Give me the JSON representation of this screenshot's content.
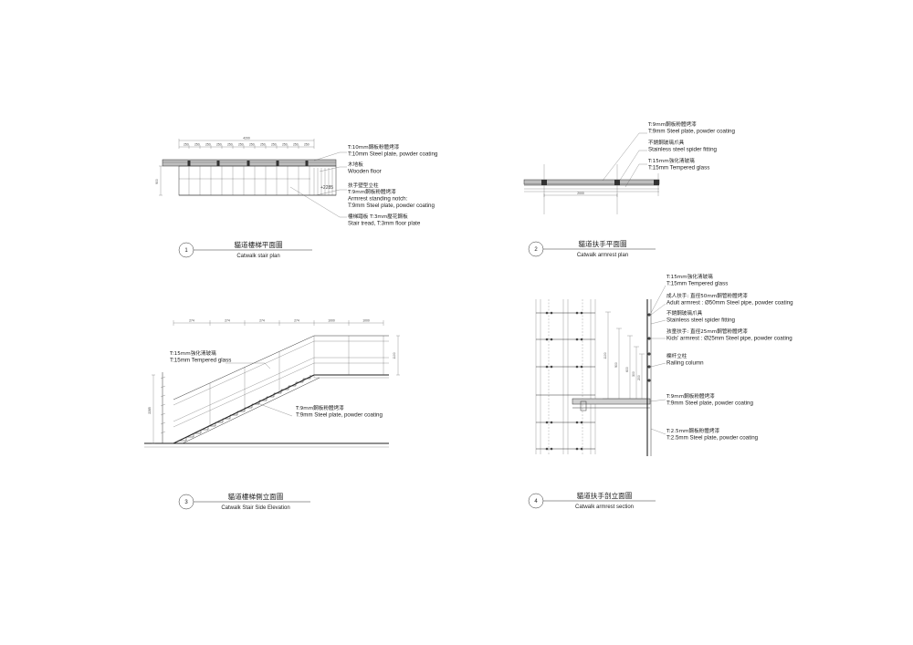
{
  "detail1": {
    "number": "1",
    "title_cn": "貓道樓梯平面圖",
    "title_en": "Catwalk stair plan",
    "dim_total": "4200",
    "dim_seg": "250",
    "dim_side": "900",
    "level_mark": "+2285",
    "callouts": [
      {
        "cn": "T:10mm鋼板粉體烤漆",
        "en": "T:10mm Steel plate, powder coating"
      },
      {
        "cn": "木地板",
        "en": "Wooden floor"
      },
      {
        "cn": "扶手壁型立柱",
        "en": "T:9mm鋼板粉體烤漆",
        "en2": "Armrest standing notch:",
        "en3": "T:9mm Steel plate, powder coating"
      },
      {
        "cn": "樓梯踏板 T:3mm壓花鋼板",
        "en": "Stair tread, T:3mm floor plate"
      }
    ]
  },
  "detail2": {
    "number": "2",
    "title_cn": "貓道扶手平面圖",
    "title_en": "Catwalk armrest plan",
    "dim_main": "2000",
    "callouts": [
      {
        "cn": "T:9mm鋼板粉體烤漆",
        "en": "T:9mm Steel plate, powder coating"
      },
      {
        "cn": "不銹鋼玻璃爪具",
        "en": "Stainless steel spider fitting"
      },
      {
        "cn": "T:15mm強化清玻璃",
        "en": "T:15mm Tempered glass"
      }
    ]
  },
  "detail3": {
    "number": "3",
    "title_cn": "貓道樓梯側立面圖",
    "title_en": "Catwalk Stair Side Elevation",
    "dims_top": [
      "274",
      "274",
      "274",
      "274",
      "1000",
      "1000"
    ],
    "dim_left": "2285",
    "dim_right": "1100",
    "callouts": [
      {
        "cn": "T:15mm強化清玻璃",
        "en": "T:15mm Tempered glass"
      },
      {
        "cn": "T:9mm鋼板粉體烤漆",
        "en": "T:9mm Steel plate, powder coating"
      }
    ]
  },
  "detail4": {
    "number": "4",
    "title_cn": "貓道扶手剖立面圖",
    "title_en": "Catwalk armrest section",
    "dims": [
      "1100",
      "900",
      "600",
      "300",
      "200"
    ],
    "callouts": [
      {
        "cn": "T:15mm強化清玻璃",
        "en": "T:15mm Tempered glass"
      },
      {
        "cn": "成人扶手: 直徑50mm鋼管粉體烤漆",
        "en": "Adult armrest : Ø50mm Steel pipe, powder coating"
      },
      {
        "cn": "不銹鋼玻璃爪具",
        "en": "Stainless steel spider fitting"
      },
      {
        "cn": "孩童扶手: 直徑25mm鋼管粉體烤漆",
        "en": "Kids' armrest : Ø25mm Steel pipe, powder coating"
      },
      {
        "cn": "欄杆立柱",
        "en": "Railing column"
      },
      {
        "cn": "T:9mm鋼板粉體烤漆",
        "en": "T:9mm Steel plate, powder coating"
      },
      {
        "cn": "T:2.5mm鋼板粉體烤漆",
        "en": "T:2.5mm Steel plate, powder coating"
      }
    ]
  }
}
